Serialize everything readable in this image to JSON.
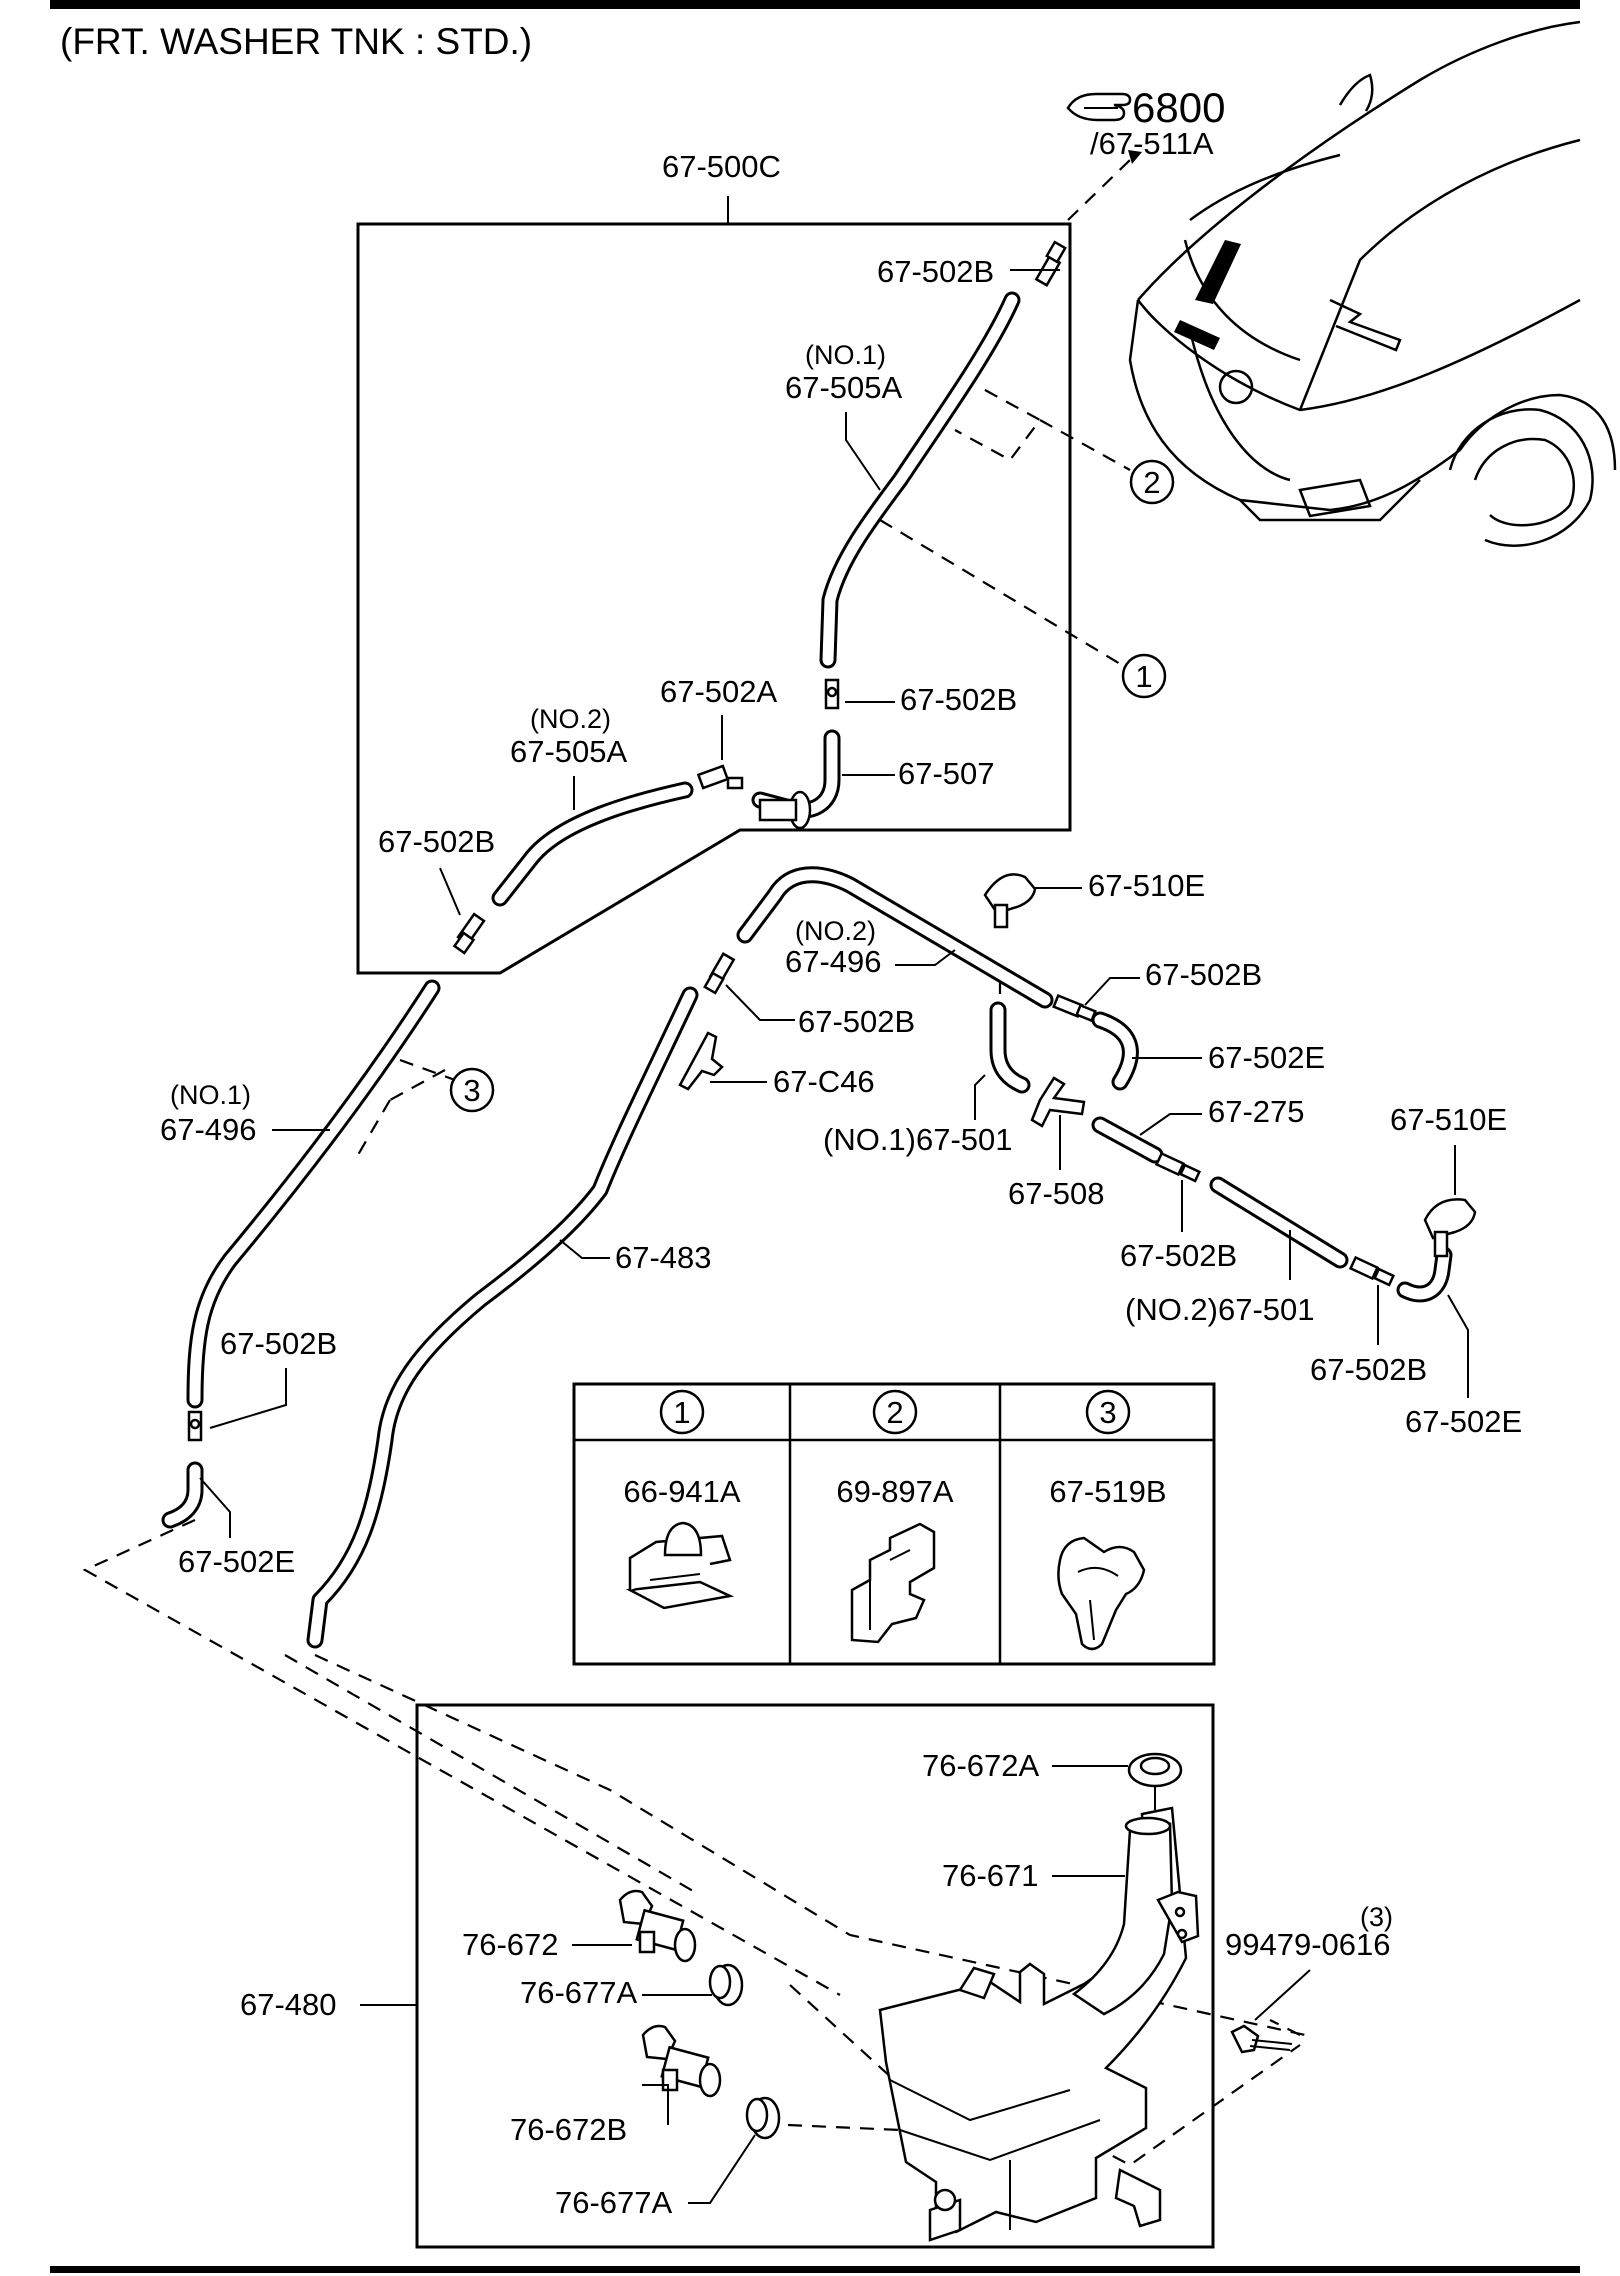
{
  "title": "(FRT. WASHER TNK : STD.)",
  "reference": {
    "page": "6800",
    "part": "/67-511A"
  },
  "labels": {
    "l_500c": "67-500C",
    "l_502b_1": "67-502B",
    "l_no1_a": "(NO.1)",
    "l_505a_1": "67-505A",
    "l_502a": "67-502A",
    "l_502b_2": "67-502B",
    "l_no2_a": "(NO.2)",
    "l_505a_2": "67-505A",
    "l_507": "67-507",
    "l_502b_3": "67-502B",
    "l_510e_1": "67-510E",
    "l_no2_b": "(NO.2)",
    "l_496_2": "67-496",
    "l_502b_4": "67-502B",
    "l_502e_1": "67-502E",
    "l_502b_5": "67-502B",
    "l_c46": "67-C46",
    "l_no1_b": "(NO.1)",
    "l_496_1": "67-496",
    "l_275": "67-275",
    "l_510e_2": "67-510E",
    "l_501_1": "(NO.1)67-501",
    "l_508": "67-508",
    "l_483": "67-483",
    "l_502b_6": "67-502B",
    "l_501_2": "(NO.2)67-501",
    "l_502b_7": "67-502B",
    "l_502b_8": "67-502B",
    "l_502e_2": "67-502E",
    "l_502e_3": "67-502E",
    "l_672a": "76-672A",
    "l_671": "76-671",
    "l_qty": "(3)",
    "l_bolt": "99479-0616",
    "l_672": "76-672",
    "l_480": "67-480",
    "l_677a_1": "76-677A",
    "l_672b": "76-672B",
    "l_677a_2": "76-677A"
  },
  "callouts": [
    "1",
    "2",
    "3"
  ],
  "legend": [
    {
      "num": "1",
      "part": "66-941A"
    },
    {
      "num": "2",
      "part": "69-897A"
    },
    {
      "num": "3",
      "part": "67-519B"
    }
  ]
}
